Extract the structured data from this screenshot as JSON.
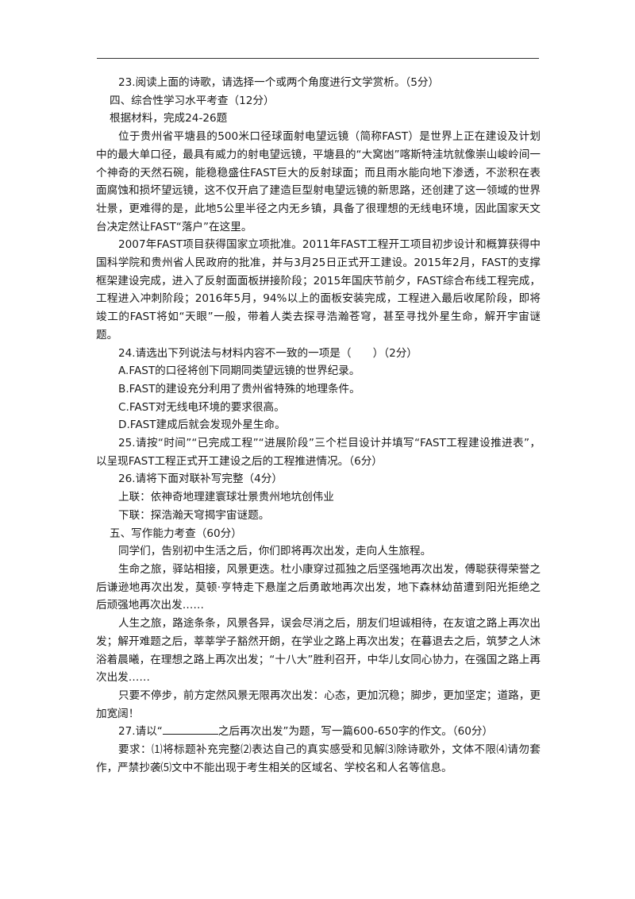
{
  "q23": "23.阅读上面的诗歌，请选择一个或两个角度进行文学赏析。（5分）",
  "section4_title": "四、综合性学习水平考查（12分）",
  "section4_instr": "根据材料，完成24-26题",
  "material_p1": "位于贵州省平塘县的500米口径球面射电望远镜（简称FAST）是世界上正在建设及计划中的最大单口径，最具有威力的射电望远镜，平塘县的“大窝凼”喀斯特洼坑就像崇山峻岭间一个神奇的天然石碗，能稳稳盛住FAST巨大的反射球面；而且雨水能向地下渗透，不淤积在表面腐蚀和损坏望远镜，这不仅开启了建造巨型射电望远镜的新思路，还创建了这一领域的世界壮景，更难得的是，此地5公里半径之内无乡镇，具备了很理想的无线电环境，因此国家天文台决定然让FAST“落户”在这里。",
  "material_p2": "2007年FAST项目获得国家立项批准。2011年FAST工程开工项目初步设计和概算获得中国科学院和贵州省人民政府的批准，并与3月25日正式开工建设。2015年2月，FAST的支撑框架建设完成，进入了反射面面板拼接阶段；2015年国庆节前夕，FAST综合布线工程完成，工程进入冲刺阶段；2016年5月，94%以上的面板安装完成，工程进入最后收尾阶段，即将竣工的FAST将如“天眼”一般，带着人类去探寻浩瀚苍穹，甚至寻找外星生命，解开宇宙谜题。",
  "q24": "24.请选出下列说法与材料内容不一致的一项是（　　）（2分）",
  "q24_options": [
    "A.FAST的口径将创下同期同类望远镜的世界纪录。",
    "B.FAST的建设充分利用了贵州省特殊的地理条件。",
    "C.FAST对无线电环境的要求很高。",
    "D.FAST建成后就会发现外星生命。"
  ],
  "q25": "25.请按“时间”“已完成工程”“进展阶段”三个栏目设计并填写“FAST工程建设推进表”，以呈现FAST工程正式开工建设之后的工程推进情况。（6分）",
  "q26": "26.请将下面对联补写完整（4分）",
  "q26_upper": "上联：依神奇地理建寰球壮景贵州地坑创伟业",
  "q26_lower": "下联：探浩瀚天穹揭宇宙谜题。",
  "section5_title": "五、写作能力考查（60分）",
  "essay_p1": "同学们，告别初中生活之后，你们即将再次出发，走向人生旅程。",
  "essay_p2": "生命之旅，驿站相接，风景更迭。杜小康穿过孤独之后坚强地再次出发，傅聪获得荣誉之后谦逊地再次出发，莫顿·亨特走下悬崖之后勇敢地再次出发，地下森林幼苗遭到阳光拒绝之后顽强地再次出发……",
  "essay_p3": "人生之旅，路途条条，风景各异，误会尽消之后，朋友们坦诚相待，在友谊之路上再次出发；解开难题之后，莘莘学子豁然开朗，在学业之路上再次出发；在暮退去之后，筑梦之人沐浴着晨曦，在理想之路上再次出发；“十八大”胜利召开，中华儿女同心协力，在强国之路上再次出发……",
  "essay_p4": "只要不停步，前方定然风景无限再次出发：心态，更加沉稳；脚步，更加坚定；道路，更加宽阔！",
  "q27_pre": "27.请以“",
  "q27_post": "之后再次出发”为题，写一篇600-650字的作文。（60分）",
  "requirements": "要求：⑴将标题补充完整⑵表达自己的真实感受和见解⑶除诗歌外，文体不限⑷请勿套作，严禁抄袭⑸文中不能出现于考生相关的区域名、学校名和人名等信息。"
}
